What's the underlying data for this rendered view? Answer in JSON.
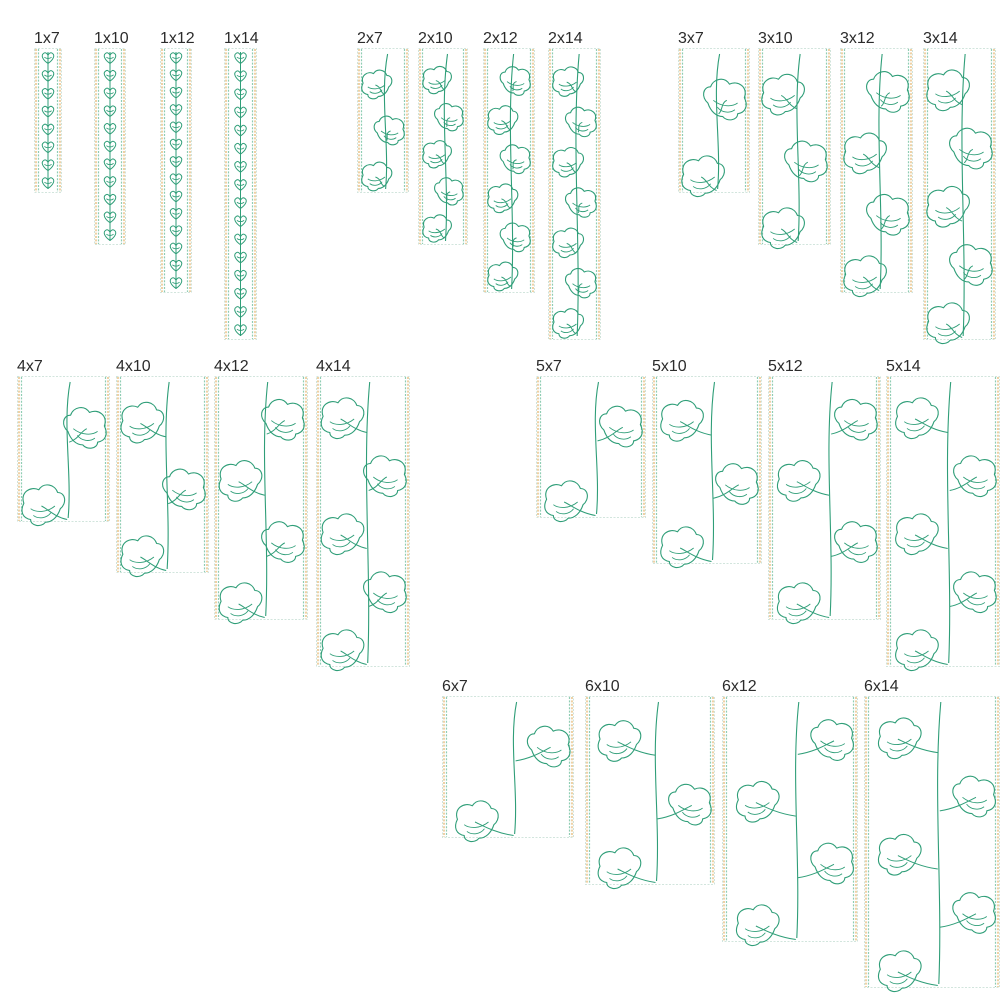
{
  "colors": {
    "stitch": "#2f9e78",
    "border_gold": "#e2b26a",
    "border_green": "#8fcdb3",
    "edge": "#c4ddd2",
    "background": "#ffffff",
    "label": "#2b2b2b"
  },
  "designs": [
    {
      "label": "1x7",
      "w": 1,
      "h": 7
    },
    {
      "label": "1x10",
      "w": 1,
      "h": 10
    },
    {
      "label": "1x12",
      "w": 1,
      "h": 12
    },
    {
      "label": "1x14",
      "w": 1,
      "h": 14
    },
    {
      "label": "2x7",
      "w": 2,
      "h": 7
    },
    {
      "label": "2x10",
      "w": 2,
      "h": 10
    },
    {
      "label": "2x12",
      "w": 2,
      "h": 12
    },
    {
      "label": "2x14",
      "w": 2,
      "h": 14
    },
    {
      "label": "3x7",
      "w": 3,
      "h": 7
    },
    {
      "label": "3x10",
      "w": 3,
      "h": 10
    },
    {
      "label": "3x12",
      "w": 3,
      "h": 12
    },
    {
      "label": "3x14",
      "w": 3,
      "h": 14
    },
    {
      "label": "4x7",
      "w": 4,
      "h": 7
    },
    {
      "label": "4x10",
      "w": 4,
      "h": 10
    },
    {
      "label": "4x12",
      "w": 4,
      "h": 12
    },
    {
      "label": "4x14",
      "w": 4,
      "h": 14
    },
    {
      "label": "5x7",
      "w": 5,
      "h": 7
    },
    {
      "label": "5x10",
      "w": 5,
      "h": 10
    },
    {
      "label": "5x12",
      "w": 5,
      "h": 12
    },
    {
      "label": "5x14",
      "w": 5,
      "h": 14
    },
    {
      "label": "6x7",
      "w": 6,
      "h": 7
    },
    {
      "label": "6x10",
      "w": 6,
      "h": 10
    },
    {
      "label": "6x12",
      "w": 6,
      "h": 12
    },
    {
      "label": "6x14",
      "w": 6,
      "h": 14
    }
  ]
}
